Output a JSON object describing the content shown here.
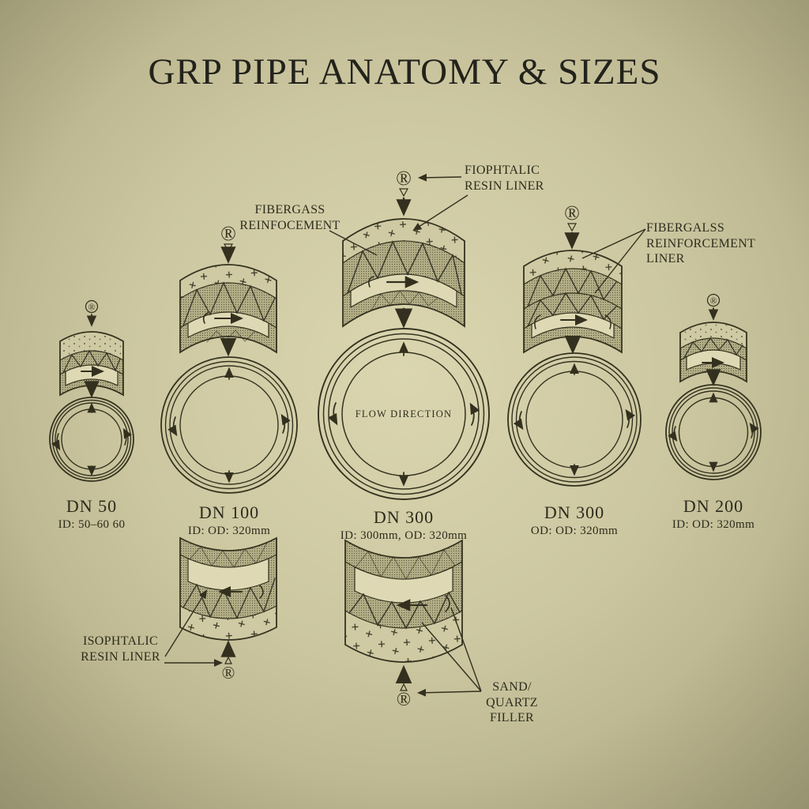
{
  "title": "GRP PIPE ANATOMY & SIZES",
  "symbols": {
    "registered": "®"
  },
  "callouts": {
    "resin_liner_top": "FIOPHTALIC\nRESIN LINER",
    "fiberglass_reinforcement": "FIBERGASS\nREINFOCEMENT",
    "fiberglass_reinforcement_liner": "FIBERGALSS\nREINFORCEMENT\nLINER",
    "flow_direction": "FLOW DIRECTION",
    "isophtalic_resin_liner": "ISOPHTALIC\nRESIN LINER",
    "sand_quartz_filler": "SAND/\nQUARTZ\nFILLER"
  },
  "pipes": [
    {
      "dn": "DN 50",
      "size": "ID: 50–60 60"
    },
    {
      "dn": "DN 100",
      "size": "ID: OD: 320mm"
    },
    {
      "dn": "DN 300",
      "size": "ID: 300mm, OD: 320mm"
    },
    {
      "dn": "DN 300",
      "size": "OD: OD: 320mm"
    },
    {
      "dn": "DN 200",
      "size": "ID: OD: 320mm"
    }
  ],
  "colors": {
    "paper_center": "#d8d3ad",
    "paper_edge": "#6b674a",
    "ink": "#33301f"
  }
}
